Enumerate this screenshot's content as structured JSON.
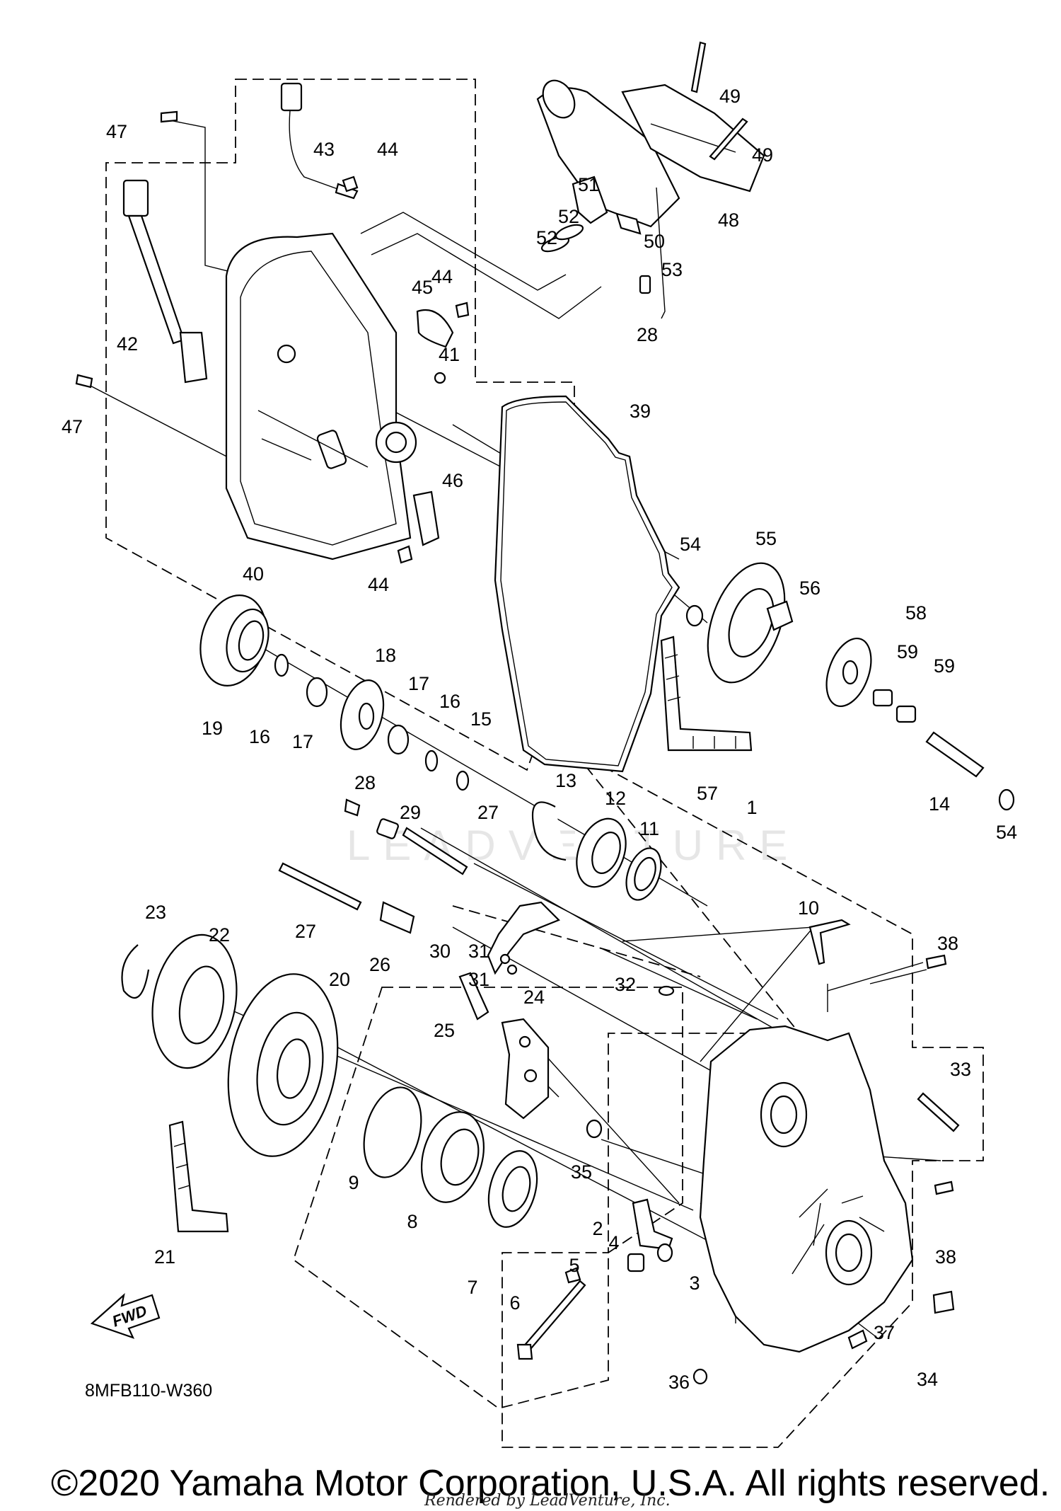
{
  "diagram": {
    "drawing_code": "8MFB110-W360",
    "fwd_label": "FWD",
    "watermark": "LEADVENTURE",
    "copyright": "©2020 Yamaha Motor Corporation, U.S.A. All rights reserved.",
    "rendered_by": "Rendered by LeadVenture, Inc.",
    "callouts": [
      {
        "id": "c49a",
        "label": "49"
      },
      {
        "id": "c49b",
        "label": "49"
      },
      {
        "id": "c48",
        "label": "48"
      },
      {
        "id": "c47a",
        "label": "47"
      },
      {
        "id": "c43",
        "label": "43"
      },
      {
        "id": "c44a",
        "label": "44"
      },
      {
        "id": "c51",
        "label": "51"
      },
      {
        "id": "c52a",
        "label": "52"
      },
      {
        "id": "c52b",
        "label": "52"
      },
      {
        "id": "c50",
        "label": "50"
      },
      {
        "id": "c53",
        "label": "53"
      },
      {
        "id": "c28a",
        "label": "28"
      },
      {
        "id": "c44b",
        "label": "44"
      },
      {
        "id": "c45",
        "label": "45"
      },
      {
        "id": "c41",
        "label": "41"
      },
      {
        "id": "c42",
        "label": "42"
      },
      {
        "id": "c47b",
        "label": "47"
      },
      {
        "id": "c39",
        "label": "39"
      },
      {
        "id": "c46",
        "label": "46"
      },
      {
        "id": "c40",
        "label": "40"
      },
      {
        "id": "c44c",
        "label": "44"
      },
      {
        "id": "c54a",
        "label": "54"
      },
      {
        "id": "c55",
        "label": "55"
      },
      {
        "id": "c56",
        "label": "56"
      },
      {
        "id": "c58",
        "label": "58"
      },
      {
        "id": "c59a",
        "label": "59"
      },
      {
        "id": "c59b",
        "label": "59"
      },
      {
        "id": "c18",
        "label": "18"
      },
      {
        "id": "c19",
        "label": "19"
      },
      {
        "id": "c16a",
        "label": "16"
      },
      {
        "id": "c17a",
        "label": "17"
      },
      {
        "id": "c17b",
        "label": "17"
      },
      {
        "id": "c16b",
        "label": "16"
      },
      {
        "id": "c15",
        "label": "15"
      },
      {
        "id": "c57",
        "label": "57"
      },
      {
        "id": "c14",
        "label": "14"
      },
      {
        "id": "c54b",
        "label": "54"
      },
      {
        "id": "c13",
        "label": "13"
      },
      {
        "id": "c12",
        "label": "12"
      },
      {
        "id": "c28b",
        "label": "28"
      },
      {
        "id": "c29",
        "label": "29"
      },
      {
        "id": "c27a",
        "label": "27"
      },
      {
        "id": "c1",
        "label": "1"
      },
      {
        "id": "c11",
        "label": "11"
      },
      {
        "id": "c10",
        "label": "10"
      },
      {
        "id": "c23",
        "label": "23"
      },
      {
        "id": "c27b",
        "label": "27"
      },
      {
        "id": "c26",
        "label": "26"
      },
      {
        "id": "c22",
        "label": "22"
      },
      {
        "id": "c30",
        "label": "30"
      },
      {
        "id": "c31a",
        "label": "31"
      },
      {
        "id": "c31b",
        "label": "31"
      },
      {
        "id": "c38a",
        "label": "38"
      },
      {
        "id": "c20",
        "label": "20"
      },
      {
        "id": "c24",
        "label": "24"
      },
      {
        "id": "c25",
        "label": "25"
      },
      {
        "id": "c32",
        "label": "32"
      },
      {
        "id": "c33",
        "label": "33"
      },
      {
        "id": "c35",
        "label": "35"
      },
      {
        "id": "c9",
        "label": "9"
      },
      {
        "id": "c8",
        "label": "8"
      },
      {
        "id": "c2",
        "label": "2"
      },
      {
        "id": "c38b",
        "label": "38"
      },
      {
        "id": "c21",
        "label": "21"
      },
      {
        "id": "c4",
        "label": "4"
      },
      {
        "id": "c7",
        "label": "7"
      },
      {
        "id": "c5",
        "label": "5"
      },
      {
        "id": "c3",
        "label": "3"
      },
      {
        "id": "c6",
        "label": "6"
      },
      {
        "id": "c37",
        "label": "37"
      },
      {
        "id": "c36",
        "label": "36"
      },
      {
        "id": "c34",
        "label": "34"
      }
    ]
  }
}
